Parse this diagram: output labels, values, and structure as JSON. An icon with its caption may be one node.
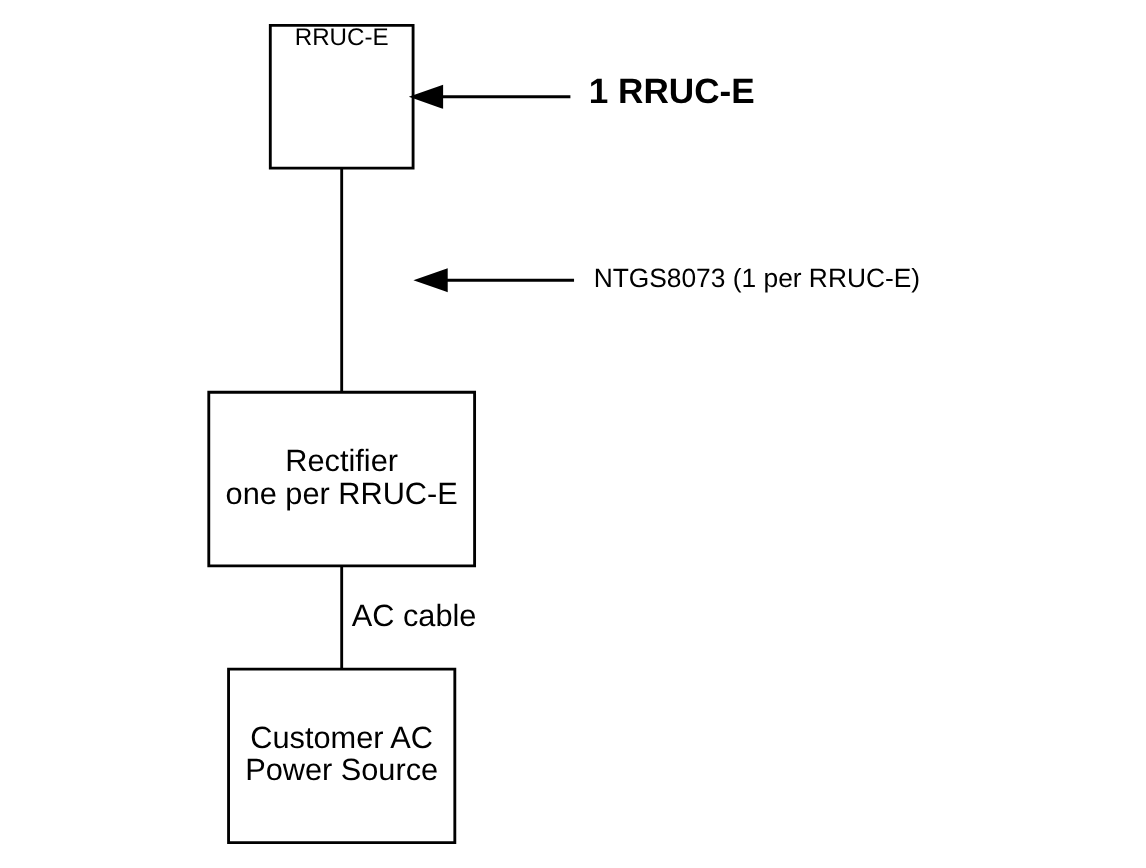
{
  "diagram": {
    "nodes": [
      {
        "text": [
          "RRUC-E"
        ]
      },
      {
        "text": [
          "Rectifier one per RRUC-E"
        ]
      },
      {
        "text": [
          "Customer AC Power Source"
        ]
      },
      {
        "text": [
          "1 RRUC-E"
        ]
      },
      {
        "text": [
          "NTGS8073 (1 per RRUC-E)"
        ]
      }
    ],
    "edges": [
      {
        "from": 0,
        "to": 1,
        "arrow": "none"
      },
      {
        "from": 1,
        "to": 2,
        "arrow": "none",
        "label": "AC cable"
      },
      {
        "from": 3,
        "to": 0,
        "arrow": "to"
      },
      {
        "from": 4,
        "to": null,
        "arrow": "to"
      }
    ]
  }
}
